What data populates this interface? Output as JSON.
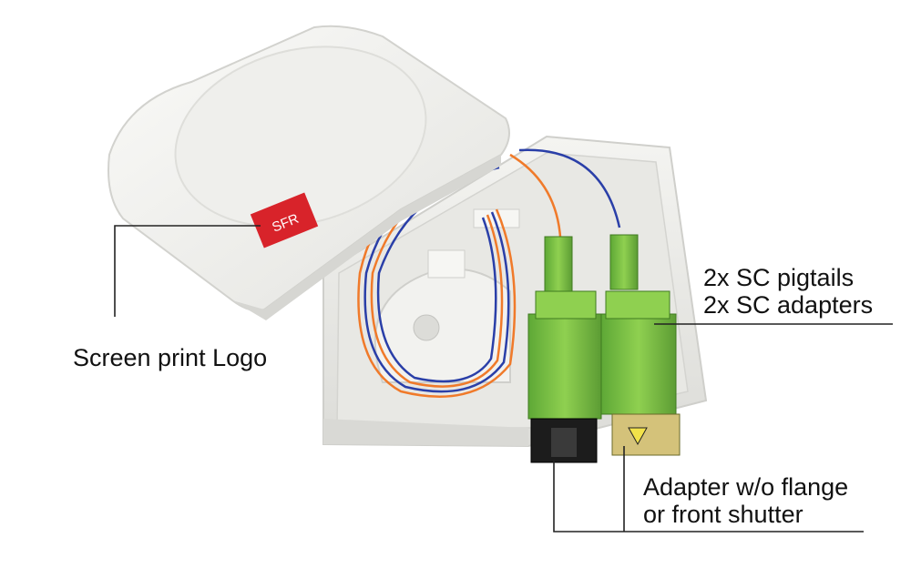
{
  "labels": {
    "logo": "Screen print Logo",
    "sc_line1": "2x SC pigtails",
    "sc_line2": "2x SC adapters",
    "adapter_line1": "Adapter w/o flange",
    "adapter_line2": "or front shutter"
  },
  "brand_text": "SFR",
  "colors": {
    "brand": "#d8232a",
    "adapter_green": "#7ec242",
    "fiber_orange": "#f07a2a",
    "fiber_blue": "#2a3fa8",
    "box_white": "#efefec"
  }
}
